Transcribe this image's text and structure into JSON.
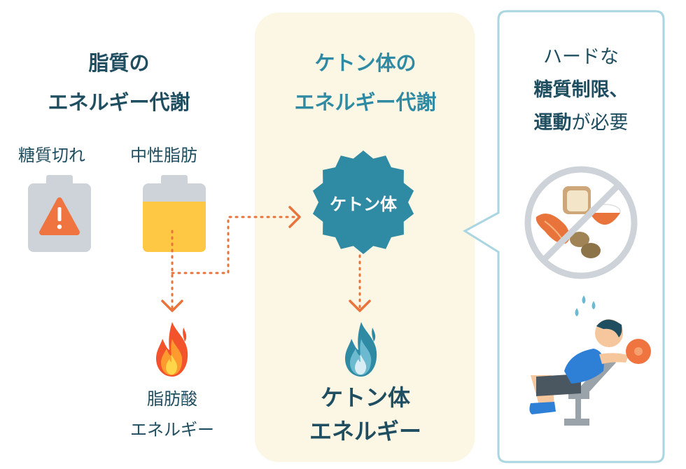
{
  "fat": {
    "title_line1": "脂質の",
    "title_line2": "エネルギー代謝",
    "label_depleted": "糖質切れ",
    "label_neutral_fat": "中性脂肪",
    "result_line1": "脂肪酸",
    "result_line2": "エネルギー"
  },
  "ketone": {
    "title_line1": "ケトン体の",
    "title_line2": "エネルギー代謝",
    "badge": "ケトン体",
    "result_line1": "ケトン体",
    "result_line2": "エネルギー"
  },
  "bubble": {
    "line1": "ハードな",
    "line2": "糖質制限、",
    "line3_bold": "運動",
    "line3_rest": "が必要"
  },
  "colors": {
    "navy": "#1f4e60",
    "teal": "#2f8aa4",
    "orange_arrow": "#e8743b",
    "battery_grey": "#cdd3d8",
    "battery_yellow": "#ffc844",
    "warning_orange": "#ef7440",
    "panel_cream": "#fcf6e4",
    "bubble_border": "#a9d6e1"
  }
}
